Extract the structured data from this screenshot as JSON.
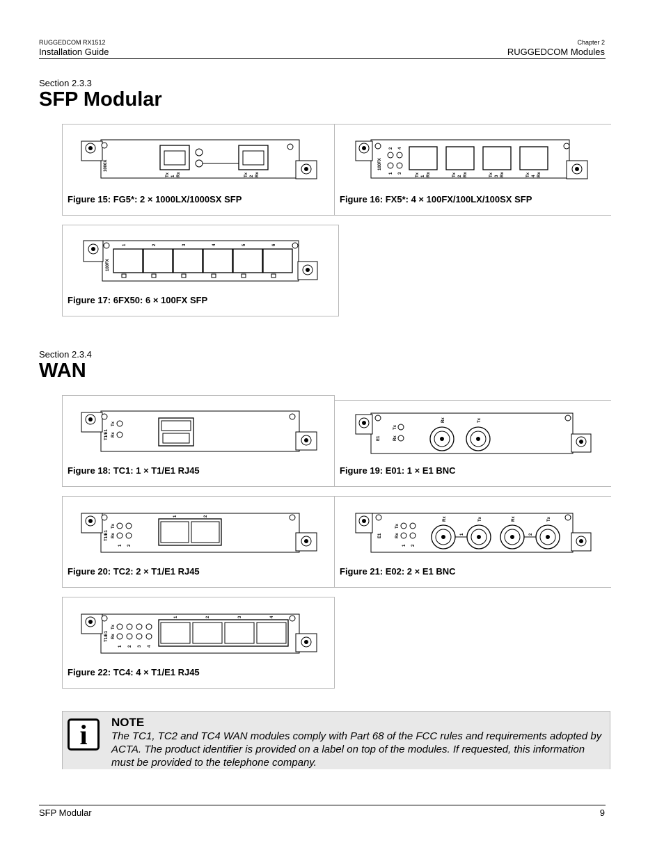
{
  "header": {
    "product": "RUGGEDCOM RX1512",
    "guide": "Installation Guide",
    "chapter": "Chapter 2",
    "chapter_title": "RUGGEDCOM Modules"
  },
  "sections": [
    {
      "label": "Section 2.3.3",
      "title": "SFP Modular"
    },
    {
      "label": "Section 2.3.4",
      "title": "WAN"
    }
  ],
  "figures": [
    {
      "caption": "Figure 15: FG5*: 2 × 1000LX/1000SX SFP",
      "module_label": "1000X",
      "ports": [
        "1",
        "2"
      ],
      "port_text": [
        "Tx",
        "Rx"
      ]
    },
    {
      "caption": "Figure 16: FX5*: 4 × 100FX/100LX/100SX SFP",
      "module_label": "100FX",
      "ports": [
        "1",
        "2",
        "3",
        "4"
      ],
      "port_text": [
        "Tx",
        "Rx"
      ]
    },
    {
      "caption": "Figure 17: 6FX50: 6 × 100FX SFP",
      "module_label": "100FX",
      "ports": [
        "1",
        "2",
        "3",
        "4",
        "5",
        "6"
      ]
    },
    {
      "caption": "Figure 18: TC1: 1 × T1/E1 RJ45",
      "module_label": "T1/E1",
      "led_labels": [
        "Tx",
        "Rx"
      ]
    },
    {
      "caption": "Figure 19: E01: 1 × E1 BNC",
      "module_label": "E1",
      "led_labels": [
        "Tx",
        "Rx"
      ],
      "connectors": [
        "Rx",
        "Tx"
      ]
    },
    {
      "caption": "Figure 20: TC2: 2 × T1/E1 RJ45",
      "module_label": "T1/E1",
      "ports": [
        "1",
        "2"
      ],
      "led_labels": [
        "Tx",
        "Rx"
      ]
    },
    {
      "caption": "Figure 21: E02: 2 × E1 BNC",
      "module_label": "E1",
      "ports": [
        "1",
        "2"
      ],
      "led_labels": [
        "Tx",
        "Rx"
      ],
      "connectors": [
        "Rx",
        "Tx",
        "Rx",
        "Tx"
      ]
    },
    {
      "caption": "Figure 22: TC4: 4 × T1/E1 RJ45",
      "module_label": "T1/E1",
      "ports": [
        "1",
        "2",
        "3",
        "4"
      ],
      "led_labels": [
        "Tx",
        "Rx"
      ]
    }
  ],
  "note": {
    "icon": "info-icon",
    "icon_glyph": "i",
    "title": "NOTE",
    "text": "The TC1, TC2 and TC4 WAN modules comply with Part 68 of the FCC rules and requirements adopted by ACTA. The product identifier is provided on a label on top of the modules. If requested, this information must be provided to the telephone company."
  },
  "footer": {
    "title": "SFP Modular",
    "page": "9"
  }
}
